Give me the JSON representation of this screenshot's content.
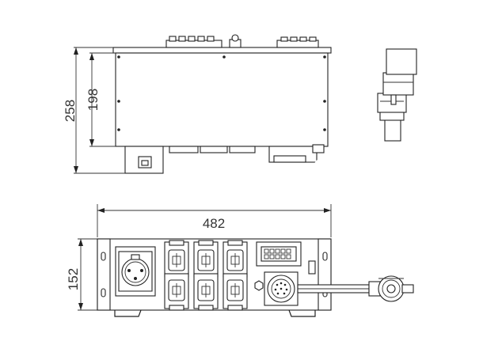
{
  "drawing": {
    "dimensions": {
      "side_total_height": "258",
      "side_body_height": "198",
      "front_width": "482",
      "front_height": "152"
    },
    "views": [
      "side-view",
      "front-view"
    ]
  }
}
